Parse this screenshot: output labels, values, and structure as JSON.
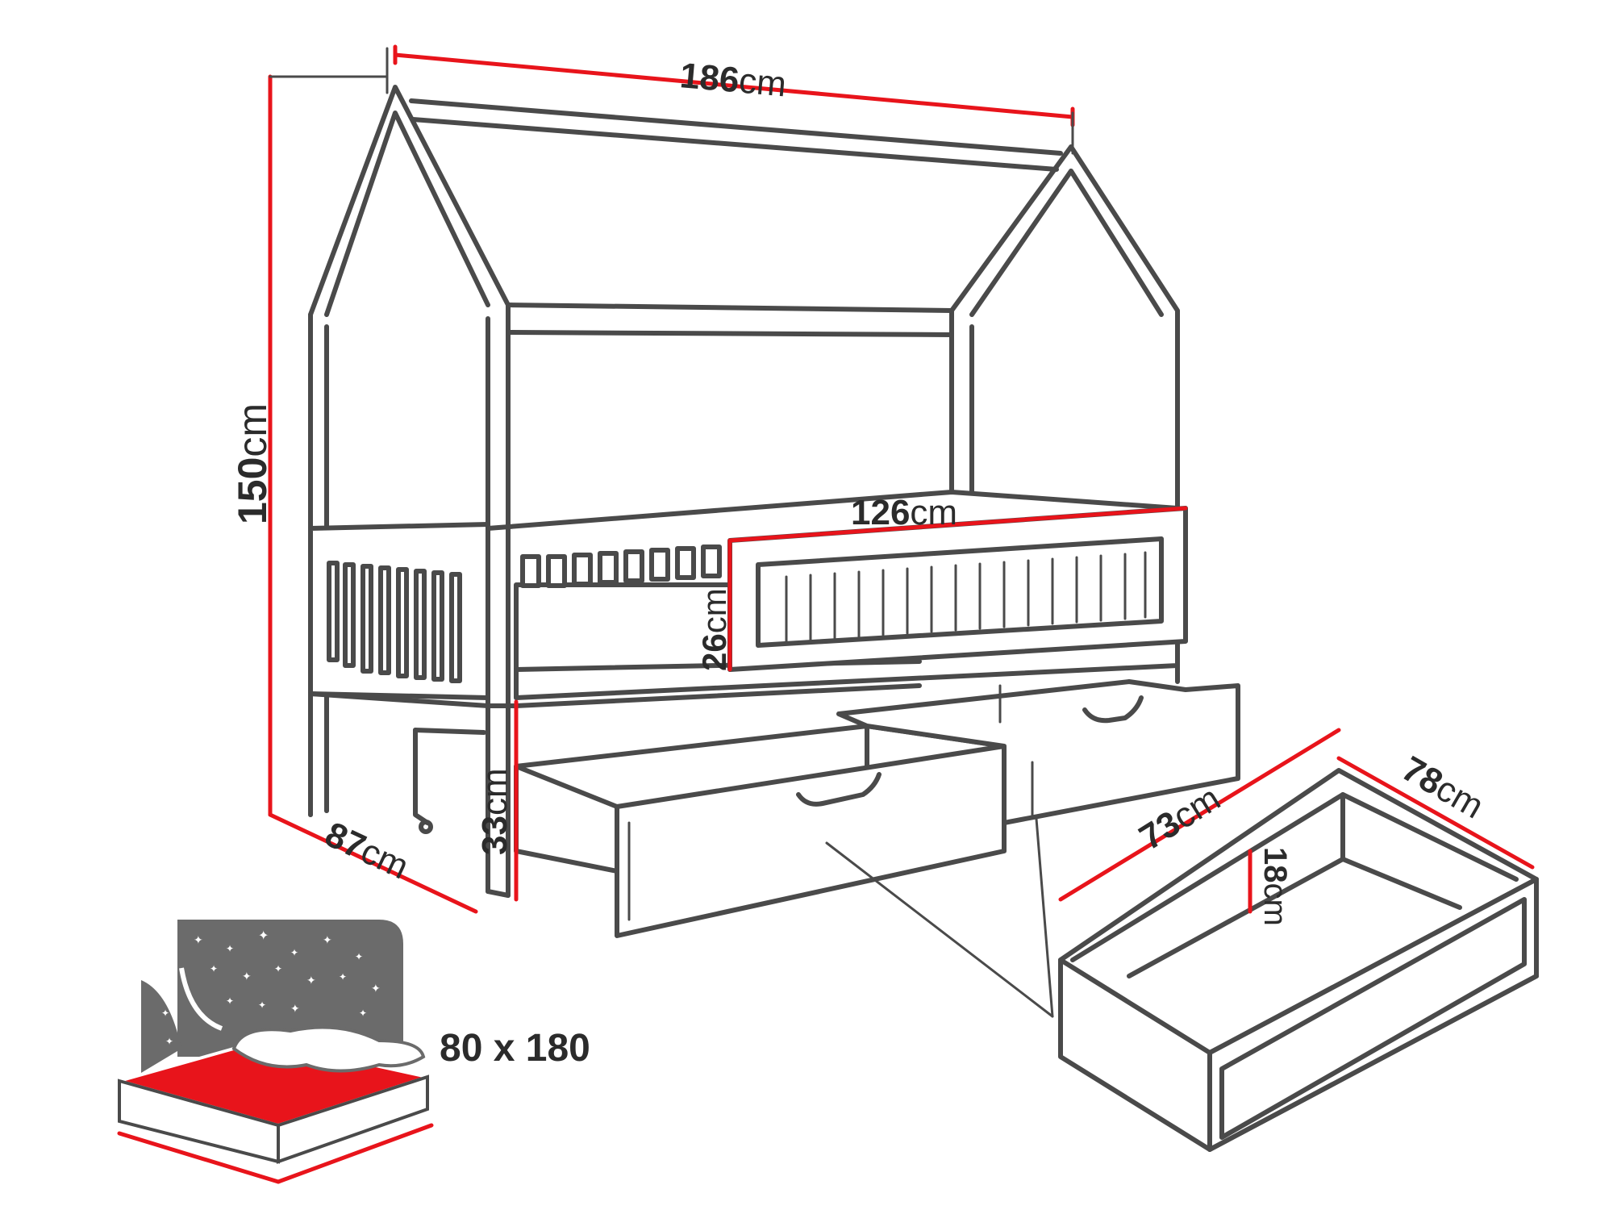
{
  "dimensions": {
    "length": {
      "value": "186",
      "unit": "cm"
    },
    "height": {
      "value": "150",
      "unit": "cm"
    },
    "depth": {
      "value": "87",
      "unit": "cm"
    },
    "rail_length": {
      "value": "126",
      "unit": "cm"
    },
    "rail_height": {
      "value": "26",
      "unit": "cm"
    },
    "clearance": {
      "value": "33",
      "unit": "cm"
    },
    "drawer_width": {
      "value": "73",
      "unit": "cm"
    },
    "drawer_length": {
      "value": "78",
      "unit": "cm"
    },
    "drawer_height": {
      "value": "18",
      "unit": "cm"
    }
  },
  "mattress": {
    "size": "80 x 180"
  },
  "colors": {
    "accent": "#e8141b",
    "line": "#4a4a4a",
    "mattress": "#e8141b",
    "sky": "#6b6b6b"
  }
}
